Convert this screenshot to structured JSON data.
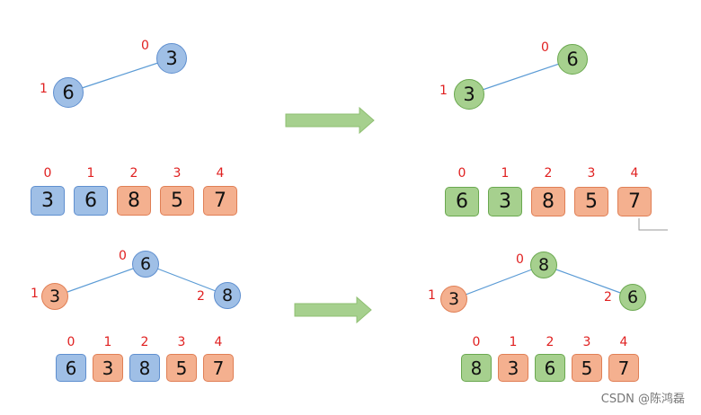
{
  "watermark": "CSDN @陈鸿磊",
  "colors": {
    "blue": "#9fbfe6",
    "green": "#a6d08e",
    "orange": "#f4b08f",
    "index": "#e02020",
    "edge": "#5b9bd5",
    "arrow": "#a6d08e"
  },
  "panels": {
    "top_left": {
      "tree": [
        {
          "value": "3",
          "index": "0",
          "color": "blue"
        },
        {
          "value": "6",
          "index": "1",
          "color": "blue"
        }
      ],
      "array": [
        {
          "value": "3",
          "index": "0",
          "color": "blue"
        },
        {
          "value": "6",
          "index": "1",
          "color": "blue"
        },
        {
          "value": "8",
          "index": "2",
          "color": "orange"
        },
        {
          "value": "5",
          "index": "3",
          "color": "orange"
        },
        {
          "value": "7",
          "index": "4",
          "color": "orange"
        }
      ]
    },
    "top_right": {
      "tree": [
        {
          "value": "6",
          "index": "0",
          "color": "green"
        },
        {
          "value": "3",
          "index": "1",
          "color": "green"
        }
      ],
      "array": [
        {
          "value": "6",
          "index": "0",
          "color": "green"
        },
        {
          "value": "3",
          "index": "1",
          "color": "green"
        },
        {
          "value": "8",
          "index": "2",
          "color": "orange"
        },
        {
          "value": "5",
          "index": "3",
          "color": "orange"
        },
        {
          "value": "7",
          "index": "4",
          "color": "orange"
        }
      ]
    },
    "bottom_left": {
      "tree": [
        {
          "value": "6",
          "index": "0",
          "color": "blue"
        },
        {
          "value": "3",
          "index": "1",
          "color": "orange"
        },
        {
          "value": "8",
          "index": "2",
          "color": "blue"
        }
      ],
      "array": [
        {
          "value": "6",
          "index": "0",
          "color": "blue"
        },
        {
          "value": "3",
          "index": "1",
          "color": "orange"
        },
        {
          "value": "8",
          "index": "2",
          "color": "blue"
        },
        {
          "value": "5",
          "index": "3",
          "color": "orange"
        },
        {
          "value": "7",
          "index": "4",
          "color": "orange"
        }
      ]
    },
    "bottom_right": {
      "tree": [
        {
          "value": "8",
          "index": "0",
          "color": "green"
        },
        {
          "value": "3",
          "index": "1",
          "color": "orange"
        },
        {
          "value": "6",
          "index": "2",
          "color": "green"
        }
      ],
      "array": [
        {
          "value": "8",
          "index": "0",
          "color": "green"
        },
        {
          "value": "3",
          "index": "1",
          "color": "orange"
        },
        {
          "value": "6",
          "index": "2",
          "color": "green"
        },
        {
          "value": "5",
          "index": "3",
          "color": "orange"
        },
        {
          "value": "7",
          "index": "4",
          "color": "orange"
        }
      ]
    }
  }
}
